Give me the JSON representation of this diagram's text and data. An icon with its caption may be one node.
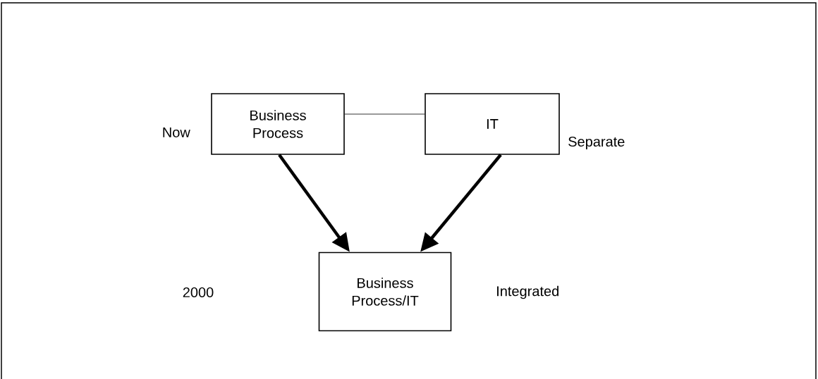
{
  "diagram": {
    "nodes": [
      {
        "text": [
          "Business Process"
        ]
      },
      {
        "text": [
          "IT"
        ]
      },
      {
        "text": [
          "Business Process/IT"
        ]
      }
    ],
    "edges": [
      {
        "from": 0,
        "to": 1,
        "arrow": "none"
      },
      {
        "from": 0,
        "to": 2,
        "arrow": "to"
      },
      {
        "from": 1,
        "to": 2,
        "arrow": "to"
      }
    ],
    "labels": [
      "Now",
      "Separate",
      "2000",
      "Integrated"
    ]
  }
}
